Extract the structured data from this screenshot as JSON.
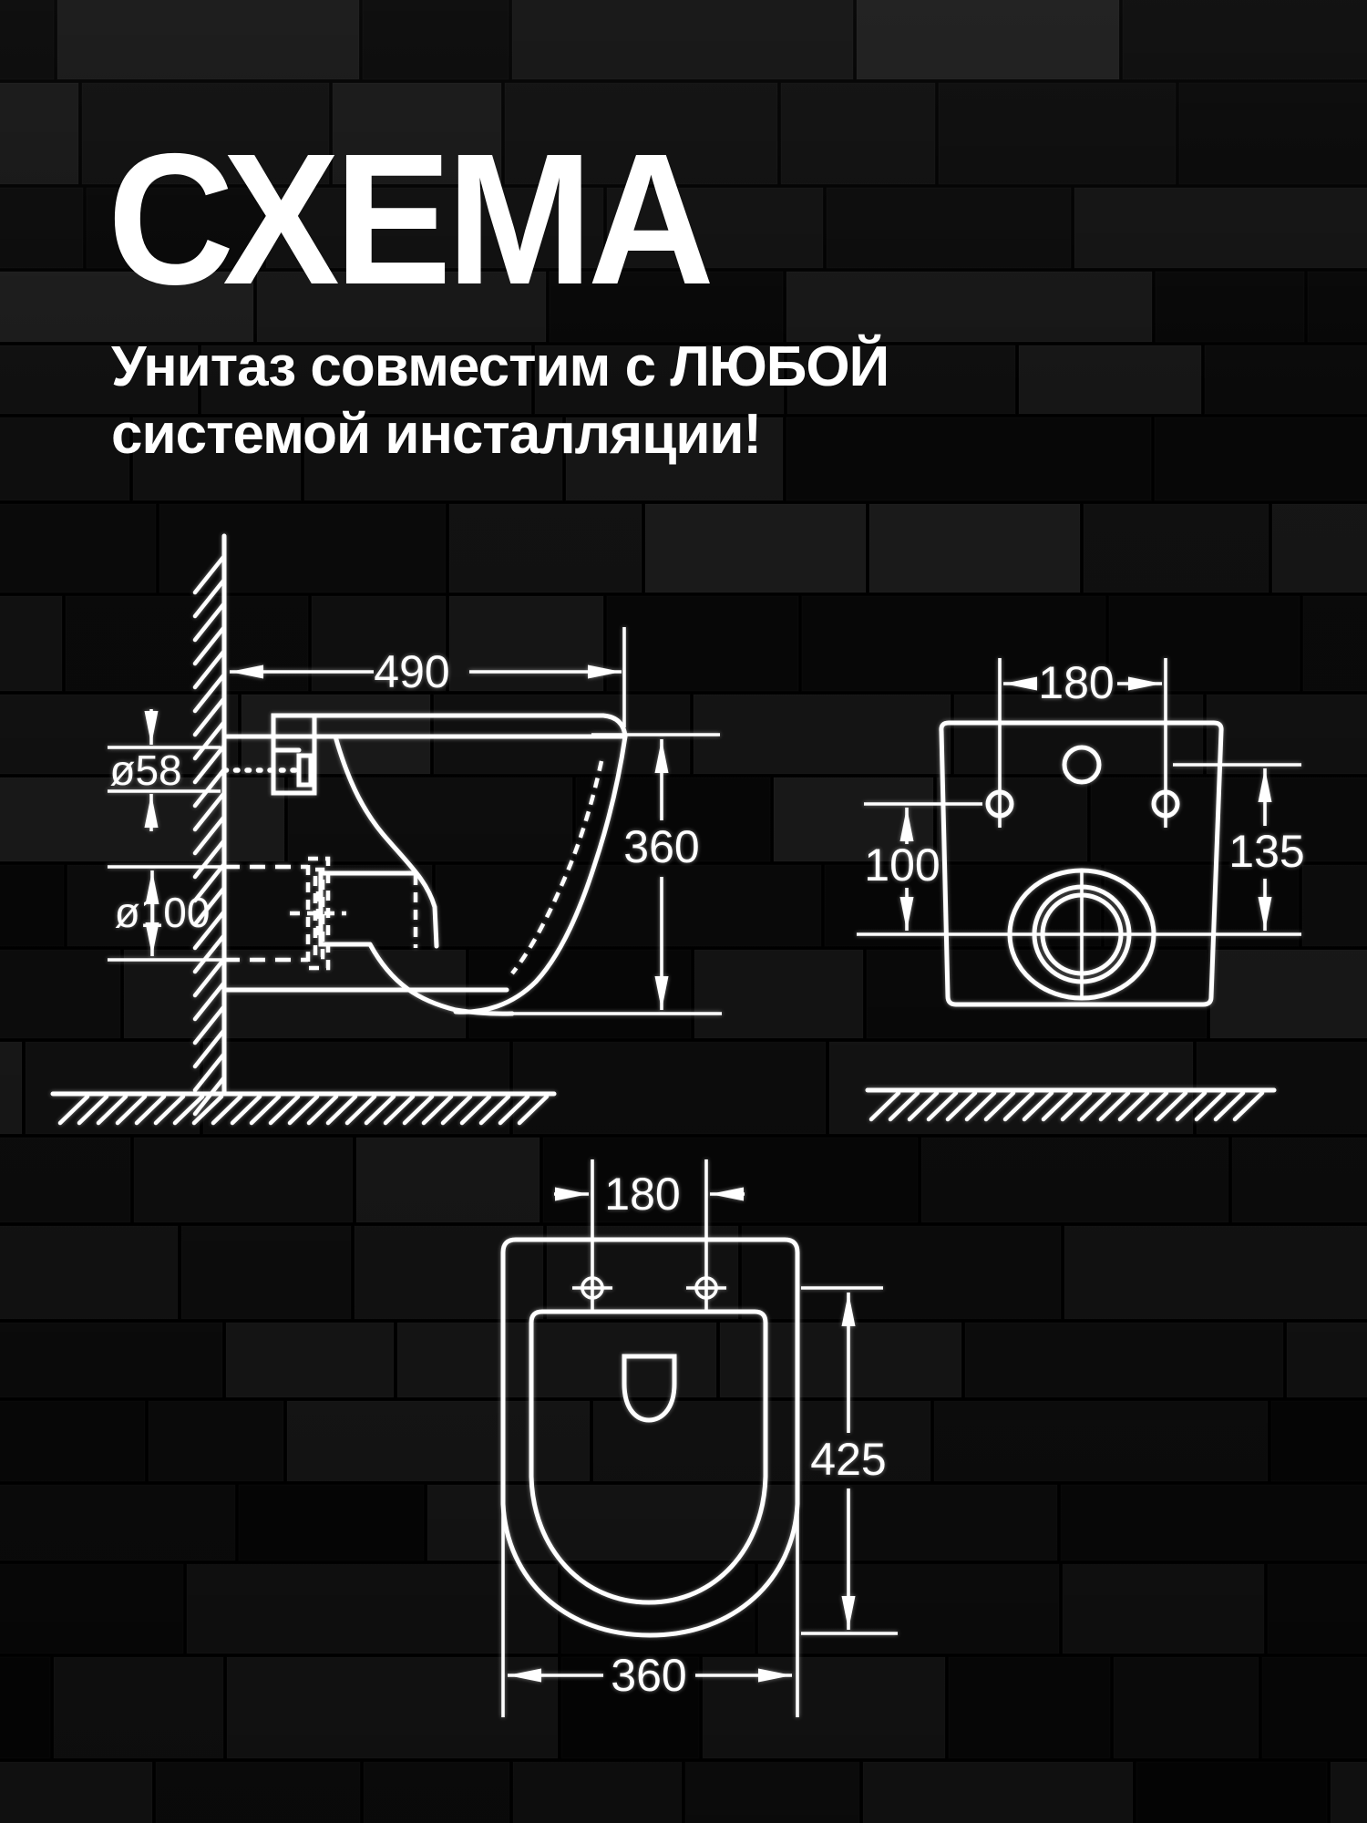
{
  "title": "СХЕМА",
  "subtitle": {
    "line1": "Унитаз совместим с ЛЮБОЙ",
    "line2": "системой инсталляции!"
  },
  "diagrams": {
    "side_view": {
      "dim_width": "490",
      "dim_inlet_diameter": "ø58",
      "dim_outlet_diameter": "ø100",
      "dim_height": "360"
    },
    "back_view": {
      "dim_bolt_spacing": "180",
      "dim_outlet_height": "100",
      "dim_inlet_height": "135"
    },
    "top_view": {
      "dim_bolt_spacing": "180",
      "dim_depth": "425",
      "dim_width": "360"
    }
  },
  "colors": {
    "background": "#000000",
    "line": "#ffffff",
    "text": "#ffffff",
    "brick_shades": [
      "#0a0a0a",
      "#0e0e0e",
      "#121212",
      "#161616",
      "#1b1b1b",
      "#070707",
      "#101010"
    ]
  }
}
